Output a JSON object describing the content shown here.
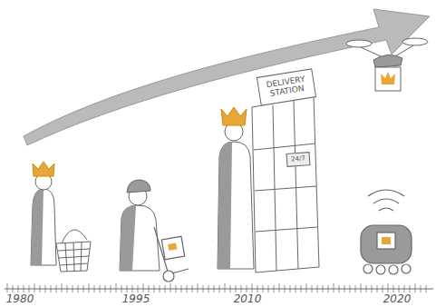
{
  "diagram": {
    "nodes": [
      {
        "text": [
          "DELIVERY STATION"
        ]
      },
      {
        "text": [
          "24/7"
        ]
      }
    ],
    "edges": [],
    "labels": [
      "1980",
      "1995",
      "2010",
      "2020"
    ]
  }
}
